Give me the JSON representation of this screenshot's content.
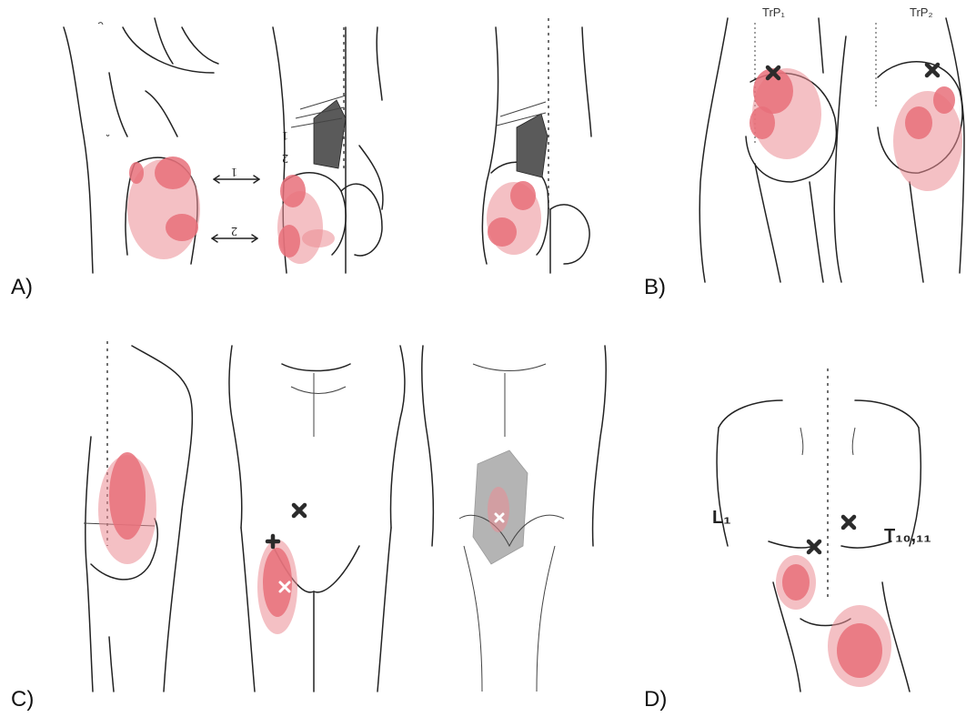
{
  "panels": [
    {
      "letter": "A)"
    },
    {
      "letter": "B)"
    },
    {
      "letter": "C)"
    },
    {
      "letter": "D)"
    }
  ],
  "panel_a": {
    "arrow_top_label": "1",
    "arrow_bottom_label": "2",
    "muscle_labels": [
      "1",
      "2"
    ]
  },
  "panel_b": {
    "trp1": "TrP₁",
    "trp2": "TrP₂"
  },
  "panel_d": {
    "l1": "L₁",
    "t1011": "T₁₀,₁₁"
  },
  "colors": {
    "referred_pain": "#e8707a",
    "outline": "#222222",
    "trigger_point": "#2b2b2b"
  }
}
